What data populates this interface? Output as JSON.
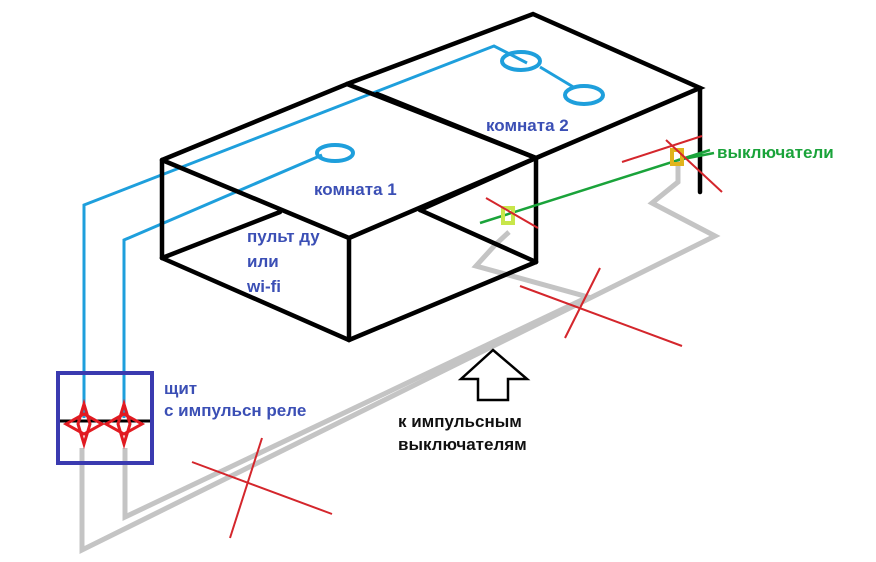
{
  "labels": {
    "room1": "комната 1",
    "room2": "комната 2",
    "remote_line1": "пульт ду",
    "remote_line2": "или",
    "remote_line3": "wi-fi",
    "switches": "выключатели",
    "panel_line1": "щит",
    "panel_line2": "с импульсн реле",
    "impulse_line1": "к импульсным",
    "impulse_line2": "выключателям"
  },
  "colors": {
    "building": "#000000",
    "lamp_wiring": "#1e9fdc",
    "switch_wiring": "#c4c4c4",
    "cross_marks": "#d4262c",
    "switch_line": "#1aa33a",
    "switch_box": "#c8e64a",
    "switch_box_alt": "#e0b41c",
    "panel_border": "#3a3ab0",
    "relay": "#e11b22",
    "text_blue": "#3b4fb5",
    "text_green": "#1aa33a",
    "text_black": "#111111"
  },
  "icons": [
    "lamp-icon",
    "switch-icon",
    "relay-icon",
    "up-arrow-icon"
  ]
}
